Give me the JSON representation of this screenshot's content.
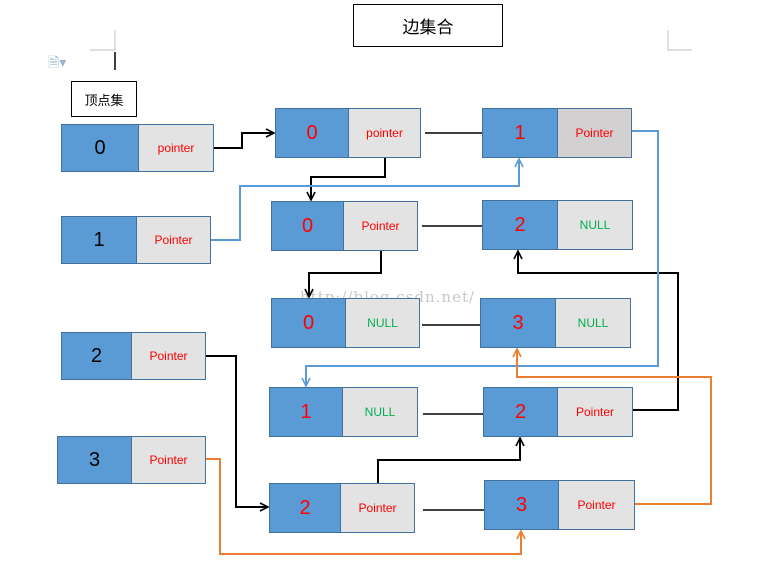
{
  "title": "边集合",
  "vertex_label": "顶点集",
  "watermark": "http://blog.csdn.net/",
  "colors": {
    "node_blue": "#5b9bd5",
    "ptr_gray": "#e3e3e3",
    "text_red": "#ff0000",
    "text_green": "#00b050",
    "arrow_blue": "#5b9bd5",
    "arrow_orange": "#ed7d31"
  },
  "vertices": [
    {
      "index": "0",
      "pointer": "pointer"
    },
    {
      "index": "1",
      "pointer": "Pointer"
    },
    {
      "index": "2",
      "pointer": "Pointer"
    },
    {
      "index": "3",
      "pointer": "Pointer"
    }
  ],
  "edge_rows": [
    {
      "left": {
        "index": "0",
        "pointer": "pointer"
      },
      "right": {
        "index": "1",
        "pointer": "Pointer"
      }
    },
    {
      "left": {
        "index": "0",
        "pointer": "Pointer"
      },
      "right": {
        "index": "2",
        "pointer": "NULL"
      }
    },
    {
      "left": {
        "index": "0",
        "pointer": "NULL"
      },
      "right": {
        "index": "3",
        "pointer": "NULL"
      }
    },
    {
      "left": {
        "index": "1",
        "pointer": "NULL"
      },
      "right": {
        "index": "2",
        "pointer": "Pointer"
      }
    },
    {
      "left": {
        "index": "2",
        "pointer": "Pointer"
      },
      "right": {
        "index": "3",
        "pointer": "Pointer"
      }
    }
  ]
}
